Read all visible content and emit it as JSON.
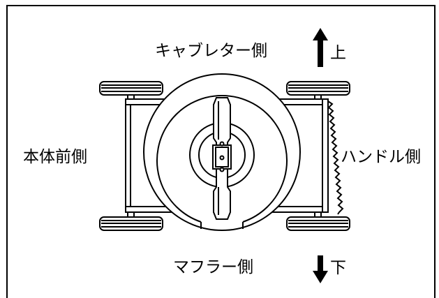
{
  "labels": {
    "carburetor_side": "キャブレター側",
    "up": "上",
    "front_side": "本体前側",
    "handle_side": "ハンドル側",
    "muffler_side": "マフラー側",
    "down": "下"
  }
}
